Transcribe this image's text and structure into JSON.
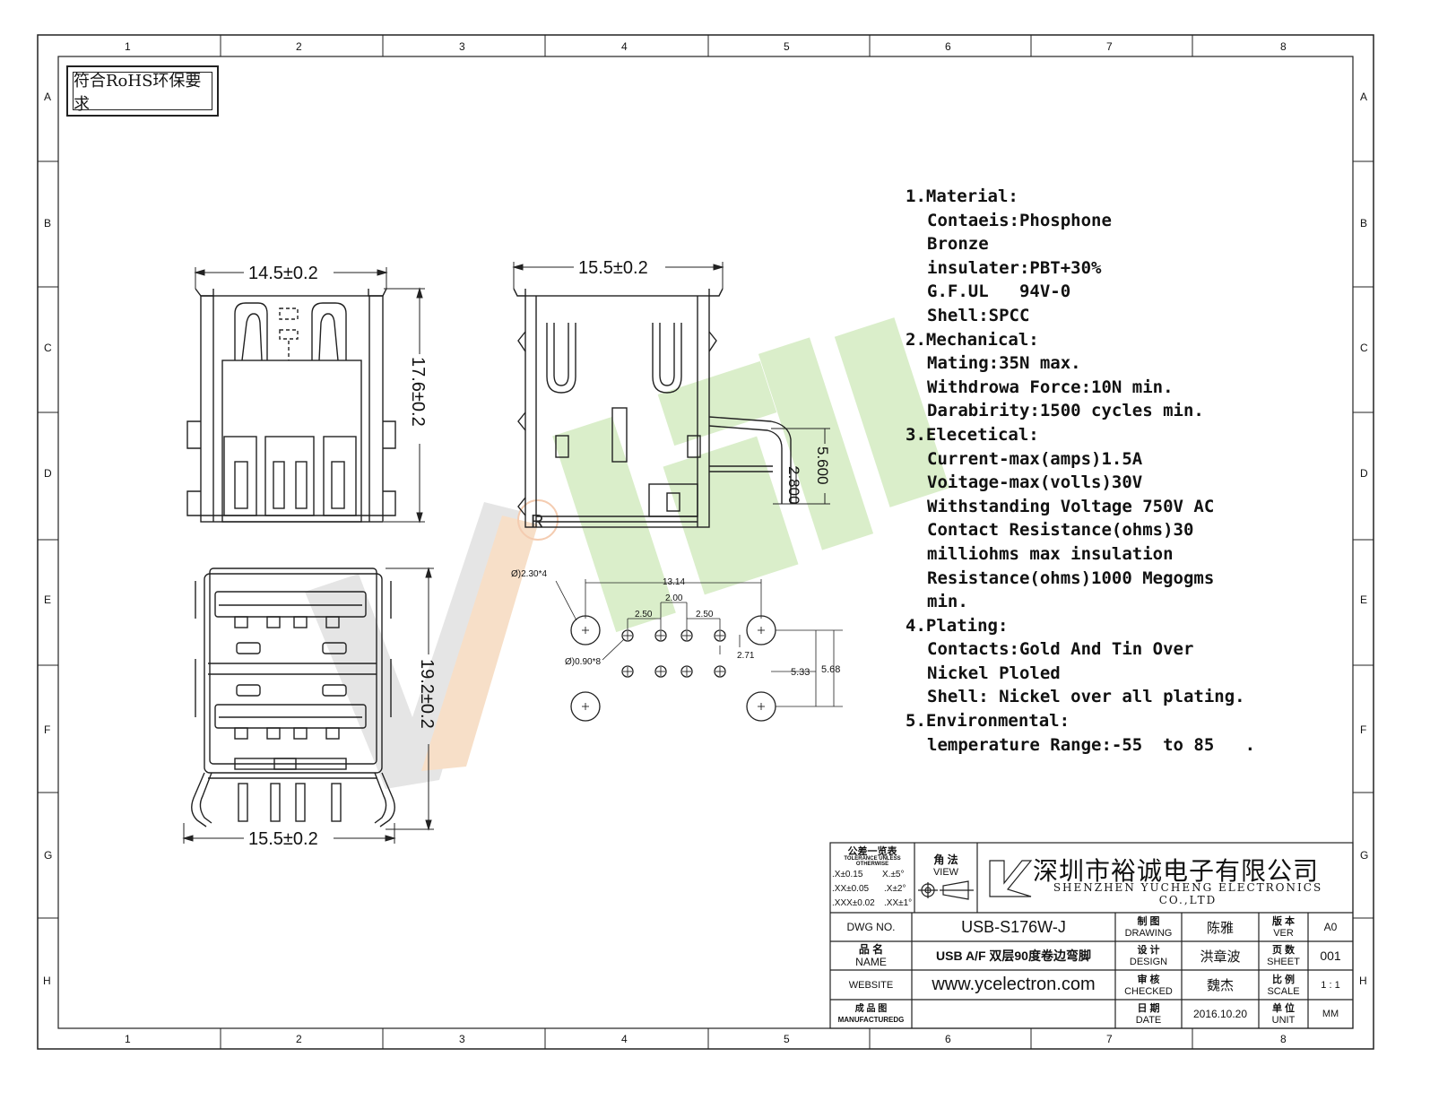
{
  "frame": {
    "col_labels": [
      "1",
      "2",
      "3",
      "4",
      "5",
      "6",
      "7",
      "8"
    ],
    "row_labels": [
      "A",
      "B",
      "C",
      "D",
      "E",
      "F",
      "G",
      "H"
    ]
  },
  "rohs_label": "符合RoHS环保要求",
  "dimensions": {
    "top_left_width": "14.5±0.2",
    "top_left_height": "17.6±0.2",
    "side_width": "15.5±0.2",
    "side_5600": "5.600",
    "side_2800": "2.800",
    "front_height": "19.2±0.2",
    "front_width": "15.5±0.2",
    "pcb_large_hole": "Ø)2.30*4",
    "pcb_small_hole": "Ø)0.90*8",
    "pcb_1314": "13.14",
    "pcb_200": "2.00",
    "pcb_250a": "2.50",
    "pcb_250b": "2.50",
    "pcb_271": "2.71",
    "pcb_533": "5.33",
    "pcb_568": "5.68"
  },
  "specs": [
    {
      "level": "h",
      "text": "1.Material:"
    },
    {
      "level": "s",
      "text": "Contaeis:Phosphone"
    },
    {
      "level": "s",
      "text": "Bronze"
    },
    {
      "level": "s",
      "text": "insulater:PBT+30%"
    },
    {
      "level": "s",
      "text": "G.F.UL   94V-0"
    },
    {
      "level": "s",
      "text": "Shell:SPCC"
    },
    {
      "level": "h",
      "text": "2.Mechanical:"
    },
    {
      "level": "s",
      "text": "Mating:35N max."
    },
    {
      "level": "s",
      "text": "Withdrowa Force:10N min."
    },
    {
      "level": "s",
      "text": "Darabirity:1500 cycles min."
    },
    {
      "level": "h",
      "text": "3.Elecetical:"
    },
    {
      "level": "s",
      "text": "Current-max(amps)1.5A"
    },
    {
      "level": "s",
      "text": "Voitage-max(volls)30V"
    },
    {
      "level": "s",
      "text": "Withstanding Voltage 750V AC"
    },
    {
      "level": "s",
      "text": "Contact Resistance(ohms)30"
    },
    {
      "level": "s",
      "text": "milliohms max insulation"
    },
    {
      "level": "s",
      "text": "Resistance(ohms)1000 Megogms"
    },
    {
      "level": "s",
      "text": "min."
    },
    {
      "level": "h",
      "text": "4.Plating:"
    },
    {
      "level": "s",
      "text": "Contacts:Gold And Tin Over"
    },
    {
      "level": "s",
      "text": "Nickel Ploled"
    },
    {
      "level": "s",
      "text": "Shell: Nickel over all plating."
    },
    {
      "level": "h",
      "text": "5.Environmental:"
    },
    {
      "level": "s",
      "text": "lemperature Range:-55  to 85   ."
    }
  ],
  "title_block": {
    "tolerance_title": "公差一览表",
    "tolerance_sub": "TOLERANCE UNLESS OTHERWISE",
    "tol_x": ".X±0.15",
    "tol_xa": "X.±5°",
    "tol_xx": ".XX±0.05",
    "tol_xxa": ".X±2°",
    "tol_xxx": ".XXX±0.02",
    "tol_xxxa": ".XX±1°",
    "view_cn": "角 法",
    "view_en": "VIEW",
    "company_cn": "深圳市裕诚电子有限公司",
    "company_en": "SHENZHEN YUCHENG ELECTRONICS CO.,LTD",
    "dwg_no_label": "DWG NO.",
    "dwg_no": "USB-S176W-J",
    "name_cn": "品 名",
    "name_en": "NAME",
    "name_value": "USB A/F 双层90度卷边弯脚",
    "website_label": "WEBSITE",
    "website": "www.ycelectron.com",
    "mfg_cn": "成 品 图",
    "mfg_en": "MANUFACTUREDG",
    "drawing_cn": "制 图",
    "drawing_en": "DRAWING",
    "drawing_by": "陈雅",
    "design_cn": "设 计",
    "design_en": "DESIGN",
    "design_by": "洪章波",
    "checked_cn": "审 核",
    "checked_en": "CHECKED",
    "checked_by": "魏杰",
    "date_cn": "日 期",
    "date_en": "DATE",
    "date": "2016.10.20",
    "ver_cn": "版 本",
    "ver_en": "VER",
    "ver": "A0",
    "sheet_cn": "页 数",
    "sheet_en": "SHEET",
    "sheet": "001",
    "scale_cn": "比 例",
    "scale_en": "SCALE",
    "scale": "1 : 1",
    "unit_cn": "单 位",
    "unit_en": "UNIT",
    "unit": "MM"
  },
  "colors": {
    "line": "#222222",
    "watermark_green": "#d6ecc4",
    "watermark_gray": "#e3e3e3",
    "watermark_orange": "#f7dcc2"
  }
}
